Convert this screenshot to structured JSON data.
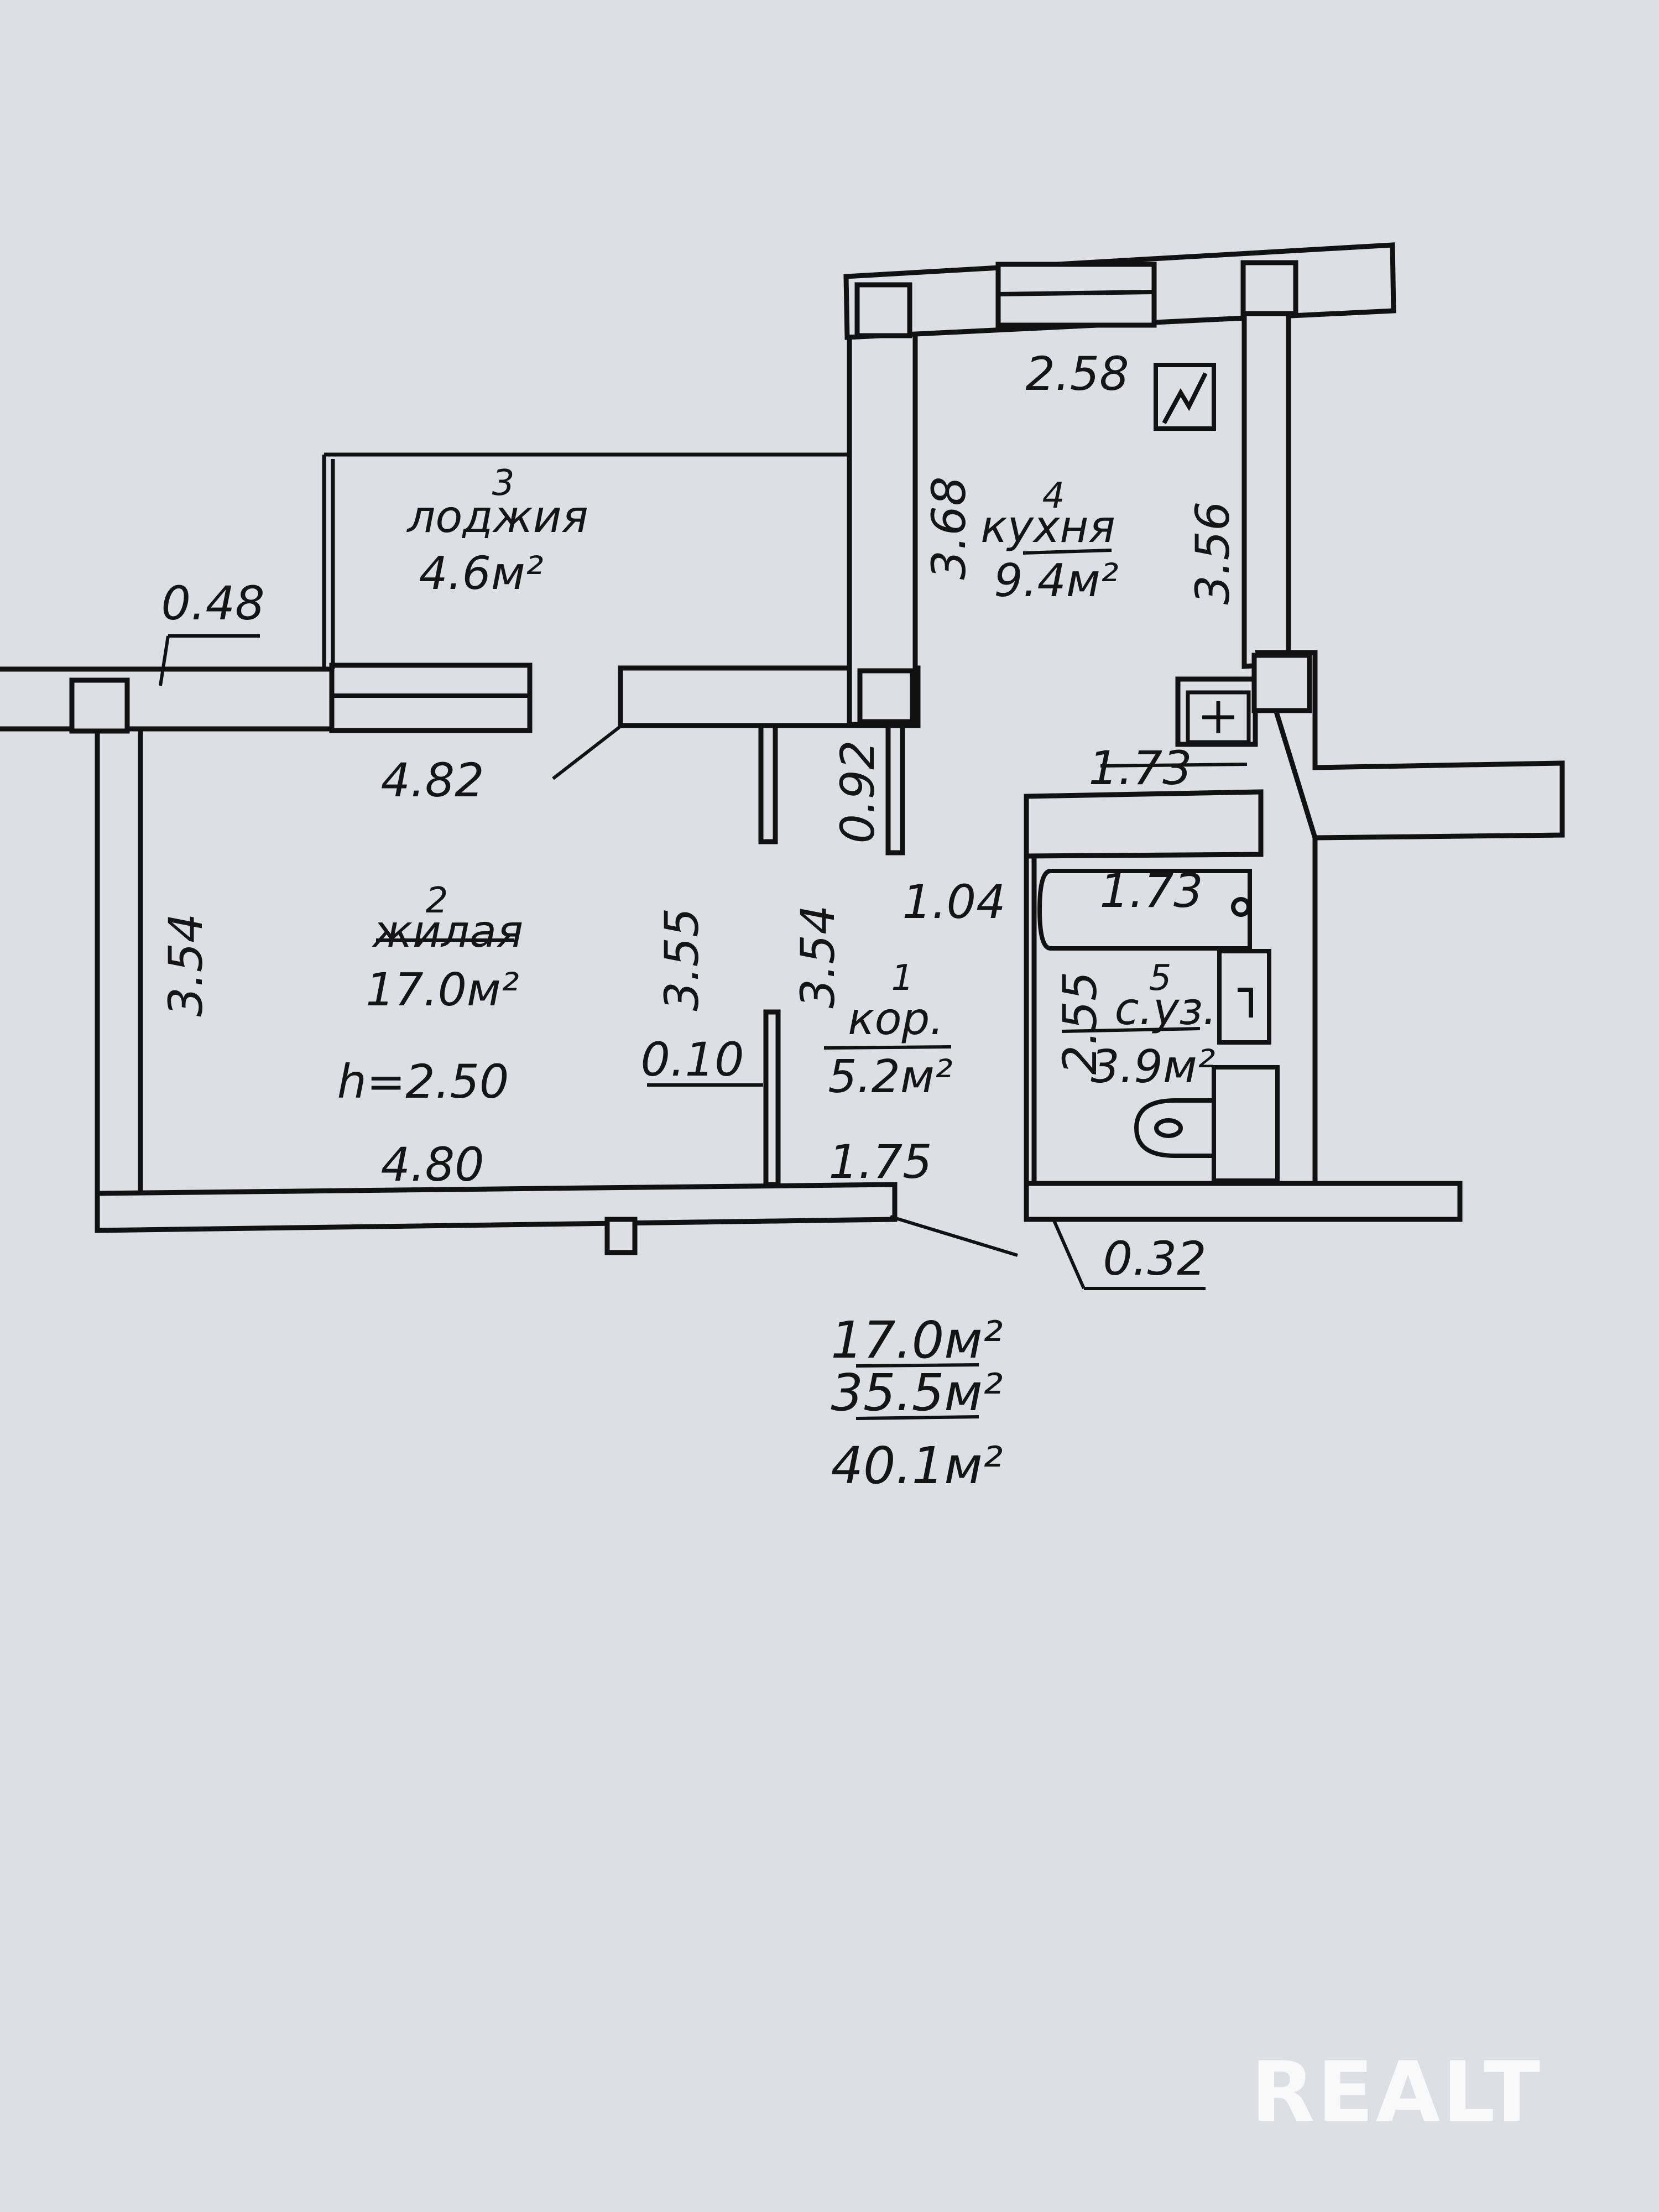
{
  "rooms": {
    "corridor": {
      "number": "1",
      "name": "кор.",
      "area": "5.2м²"
    },
    "living": {
      "number": "2",
      "name": "жилая",
      "area": "17.0м²"
    },
    "loggia": {
      "number": "3",
      "name": "лоджия",
      "area": "4.6м²"
    },
    "kitchen": {
      "number": "4",
      "name": "кухня",
      "area": "9.4м²"
    },
    "bathroom": {
      "number": "5",
      "name": "с.уз.",
      "area": "3.9м²"
    }
  },
  "ceiling_height": "h=2.50",
  "dimensions": {
    "loggia_wall": "0.48",
    "living_top": "4.82",
    "living_left": "3.54",
    "living_right": "3.55",
    "living_bottom": "4.80",
    "partition": "0.10",
    "corridor_left": "3.54",
    "corridor_bottom": "1.75",
    "corridor_door": "0.92",
    "door_width": "1.04",
    "kitchen_top": "2.58",
    "kitchen_left": "3.68",
    "kitchen_right": "3.56",
    "duct_width": "1.73",
    "bath_top": "1.73",
    "bath_left": "2.55",
    "outer_wall": "0.32"
  },
  "totals": {
    "living_area": "17.0м²",
    "total_area": "35.5м²",
    "gross_area": "40.1м²"
  },
  "watermark": "REALT"
}
